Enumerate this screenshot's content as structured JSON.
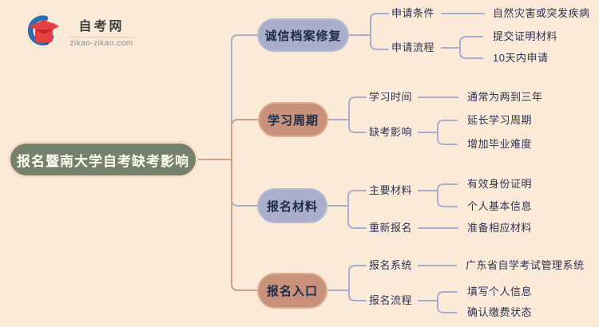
{
  "logo": {
    "title": "自考网",
    "url": "zikao-zikao.com"
  },
  "colors": {
    "background": "#fcead9",
    "root_fill": "#75816a",
    "root_border": "#f8dcc4",
    "pill_lavender": "#a9aecb",
    "pill_terracotta": "#c9917a",
    "line_purple": "#a9aecb",
    "line_tan": "#cfa088",
    "label_text": "#2c3353"
  },
  "root": {
    "label": "报名暨南大学自考缺考影响"
  },
  "branches": [
    {
      "label": "诚信档案修复",
      "color": "lavender",
      "children": [
        {
          "label": "申请条件",
          "children": [
            {
              "label": "自然灾害或突发疾病"
            }
          ]
        },
        {
          "label": "申请流程",
          "children": [
            {
              "label": "提交证明材料"
            },
            {
              "label": "10天内申请"
            }
          ]
        }
      ]
    },
    {
      "label": "学习周期",
      "color": "terracotta",
      "children": [
        {
          "label": "学习时间",
          "children": [
            {
              "label": "通常为两到三年"
            }
          ]
        },
        {
          "label": "缺考影响",
          "children": [
            {
              "label": "延长学习周期"
            },
            {
              "label": "增加毕业难度"
            }
          ]
        }
      ]
    },
    {
      "label": "报名材料",
      "color": "lavender",
      "children": [
        {
          "label": "主要材料",
          "children": [
            {
              "label": "有效身份证明"
            },
            {
              "label": "个人基本信息"
            }
          ]
        },
        {
          "label": "重新报名",
          "children": [
            {
              "label": "准备相应材料"
            }
          ]
        }
      ]
    },
    {
      "label": "报名入口",
      "color": "terracotta",
      "children": [
        {
          "label": "报名系统",
          "children": [
            {
              "label": "广东省自学考试管理系统"
            }
          ]
        },
        {
          "label": "报名流程",
          "children": [
            {
              "label": "填写个人信息"
            },
            {
              "label": "确认缴费状态"
            }
          ]
        }
      ]
    }
  ]
}
